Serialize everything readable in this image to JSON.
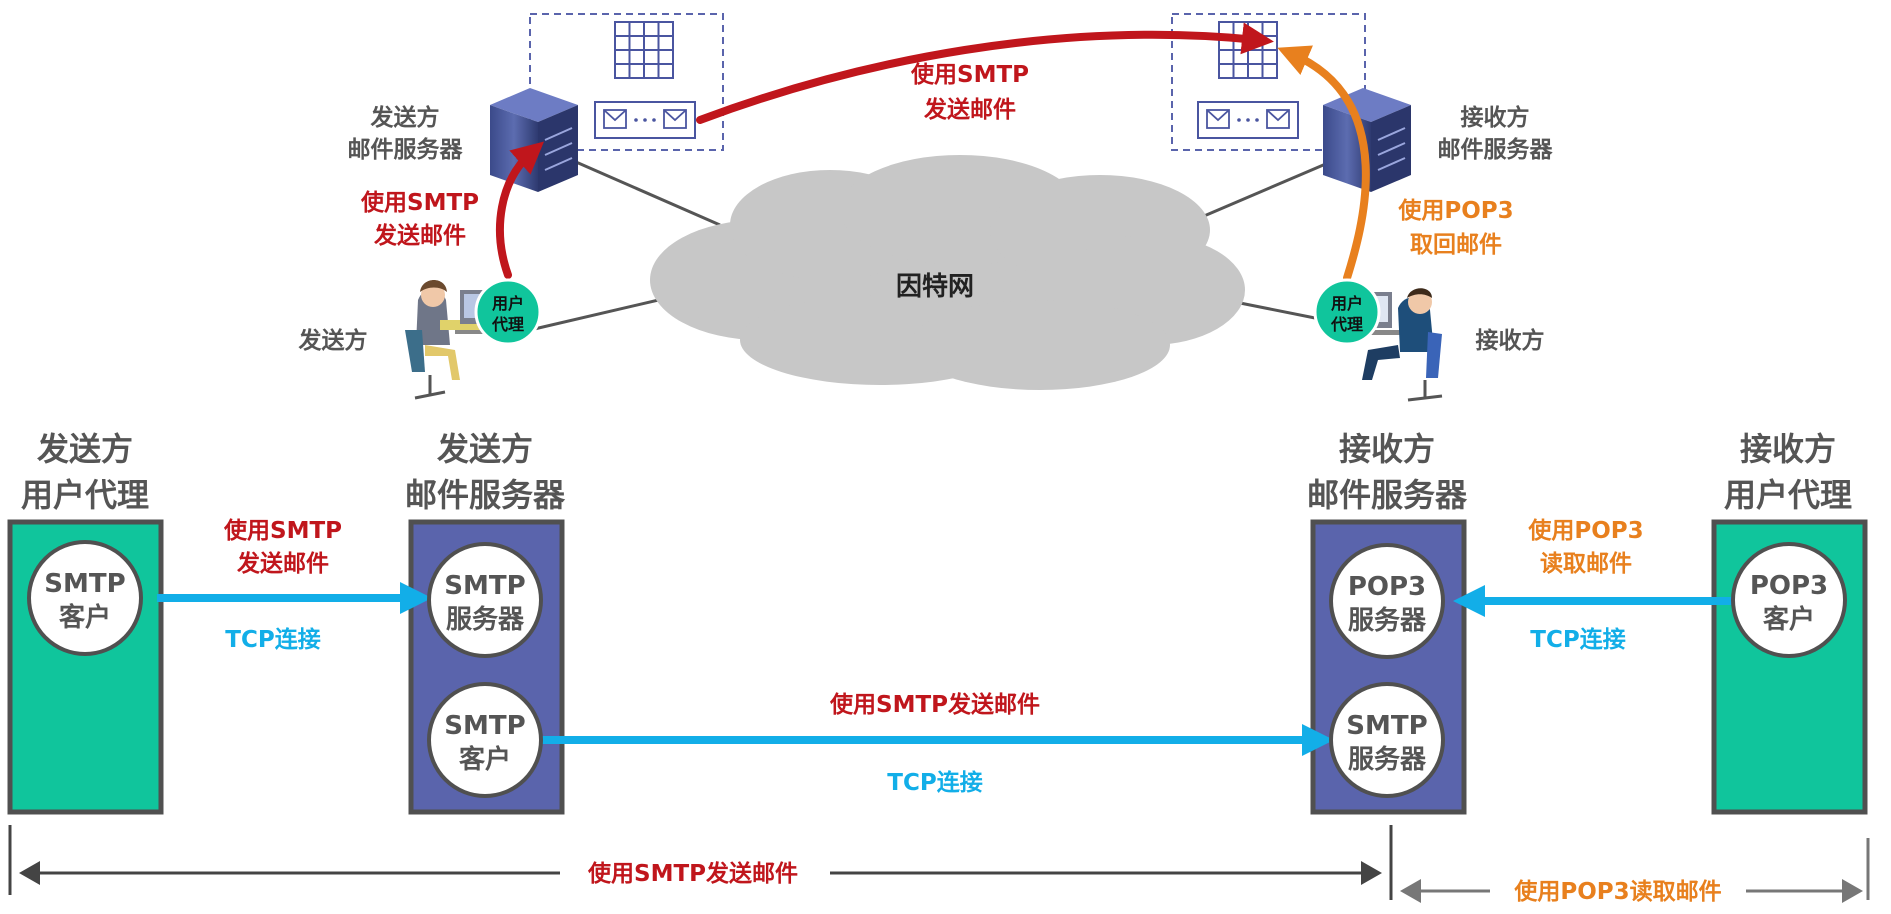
{
  "top": {
    "sender_server_label": [
      "发送方",
      "邮件服务器"
    ],
    "receiver_server_label": [
      "接收方",
      "邮件服务器"
    ],
    "sender_label": "发送方",
    "receiver_label": "接收方",
    "user_agent_badge": [
      "用户",
      "代理"
    ],
    "internet_label": "因特网",
    "smtp_send_left": [
      "使用SMTP",
      "发送邮件"
    ],
    "smtp_send_top": [
      "使用SMTP",
      "发送邮件"
    ],
    "pop3_fetch": [
      "使用POP3",
      "取回邮件"
    ]
  },
  "bottom": {
    "col1_title": [
      "发送方",
      "用户代理"
    ],
    "col2_title": [
      "发送方",
      "邮件服务器"
    ],
    "col3_title": [
      "接收方",
      "邮件服务器"
    ],
    "col4_title": [
      "接收方",
      "用户代理"
    ],
    "smtp_client_1": [
      "SMTP",
      "客户"
    ],
    "smtp_server_1": [
      "SMTP",
      "服务器"
    ],
    "smtp_client_2": [
      "SMTP",
      "客户"
    ],
    "pop3_server": [
      "POP3",
      "服务器"
    ],
    "smtp_server_2": [
      "SMTP",
      "服务器"
    ],
    "pop3_client": [
      "POP3",
      "客户"
    ],
    "link1_label": [
      "使用SMTP",
      "发送邮件"
    ],
    "link1_tcp": "TCP连接",
    "link2_label": "使用SMTP发送邮件",
    "link2_tcp": "TCP连接",
    "link3_label": [
      "使用POP3",
      "读取邮件"
    ],
    "link3_tcp": "TCP连接",
    "span_smtp": "使用SMTP发送邮件",
    "span_pop3": "使用POP3读取邮件"
  },
  "colors": {
    "teal": "#10c59c",
    "server_blue": "#5a64ac",
    "red": "#c0161c",
    "orange": "#e8801e",
    "cyan": "#12aee8",
    "dark": "#333333",
    "gray_text": "#555555"
  }
}
